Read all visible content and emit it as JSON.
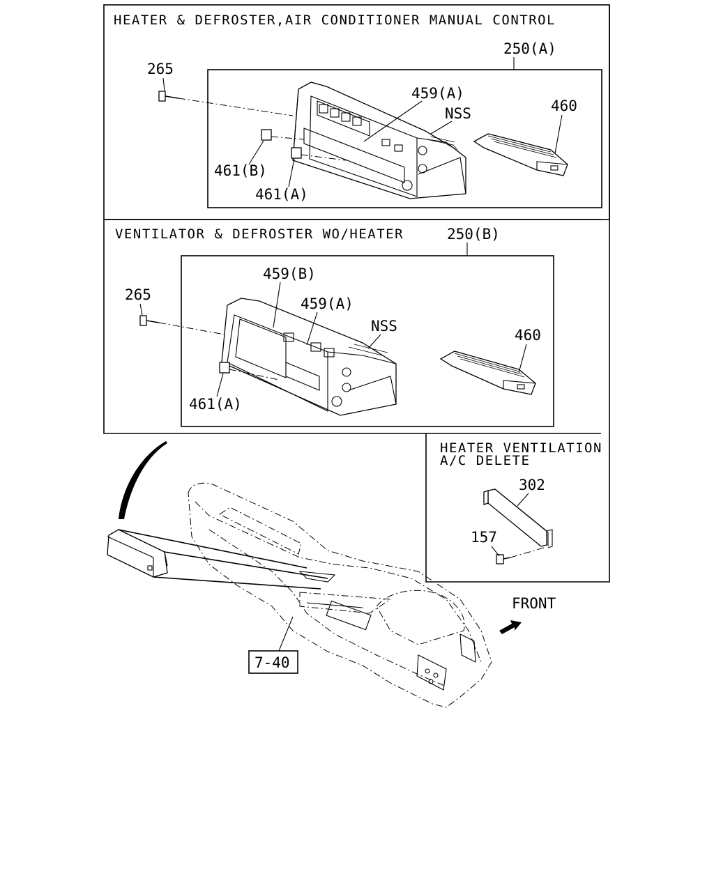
{
  "sections": {
    "heater_ac": {
      "title": "HEATER & DEFROSTER,AIR CONDITIONER MANUAL CONTROL",
      "group_label": "250(A)",
      "labels": {
        "screw": "265",
        "panel": "459(A)",
        "nss": "NSS",
        "module": "460",
        "knob_b": "461(B)",
        "knob_a": "461(A)"
      }
    },
    "ventilator": {
      "title": "VENTILATOR & DEFROSTER WO/HEATER",
      "group_label": "250(B)",
      "labels": {
        "screw": "265",
        "panel_b": "459(B)",
        "panel_a": "459(A)",
        "nss": "NSS",
        "module": "460",
        "knob_a": "461(A)"
      }
    },
    "delete": {
      "title_line1": "HEATER VENTILATION",
      "title_line2": "A/C DELETE",
      "labels": {
        "plate": "302",
        "screw": "157"
      }
    }
  },
  "dashboard": {
    "reference": "7-40",
    "front_label": "FRONT"
  }
}
